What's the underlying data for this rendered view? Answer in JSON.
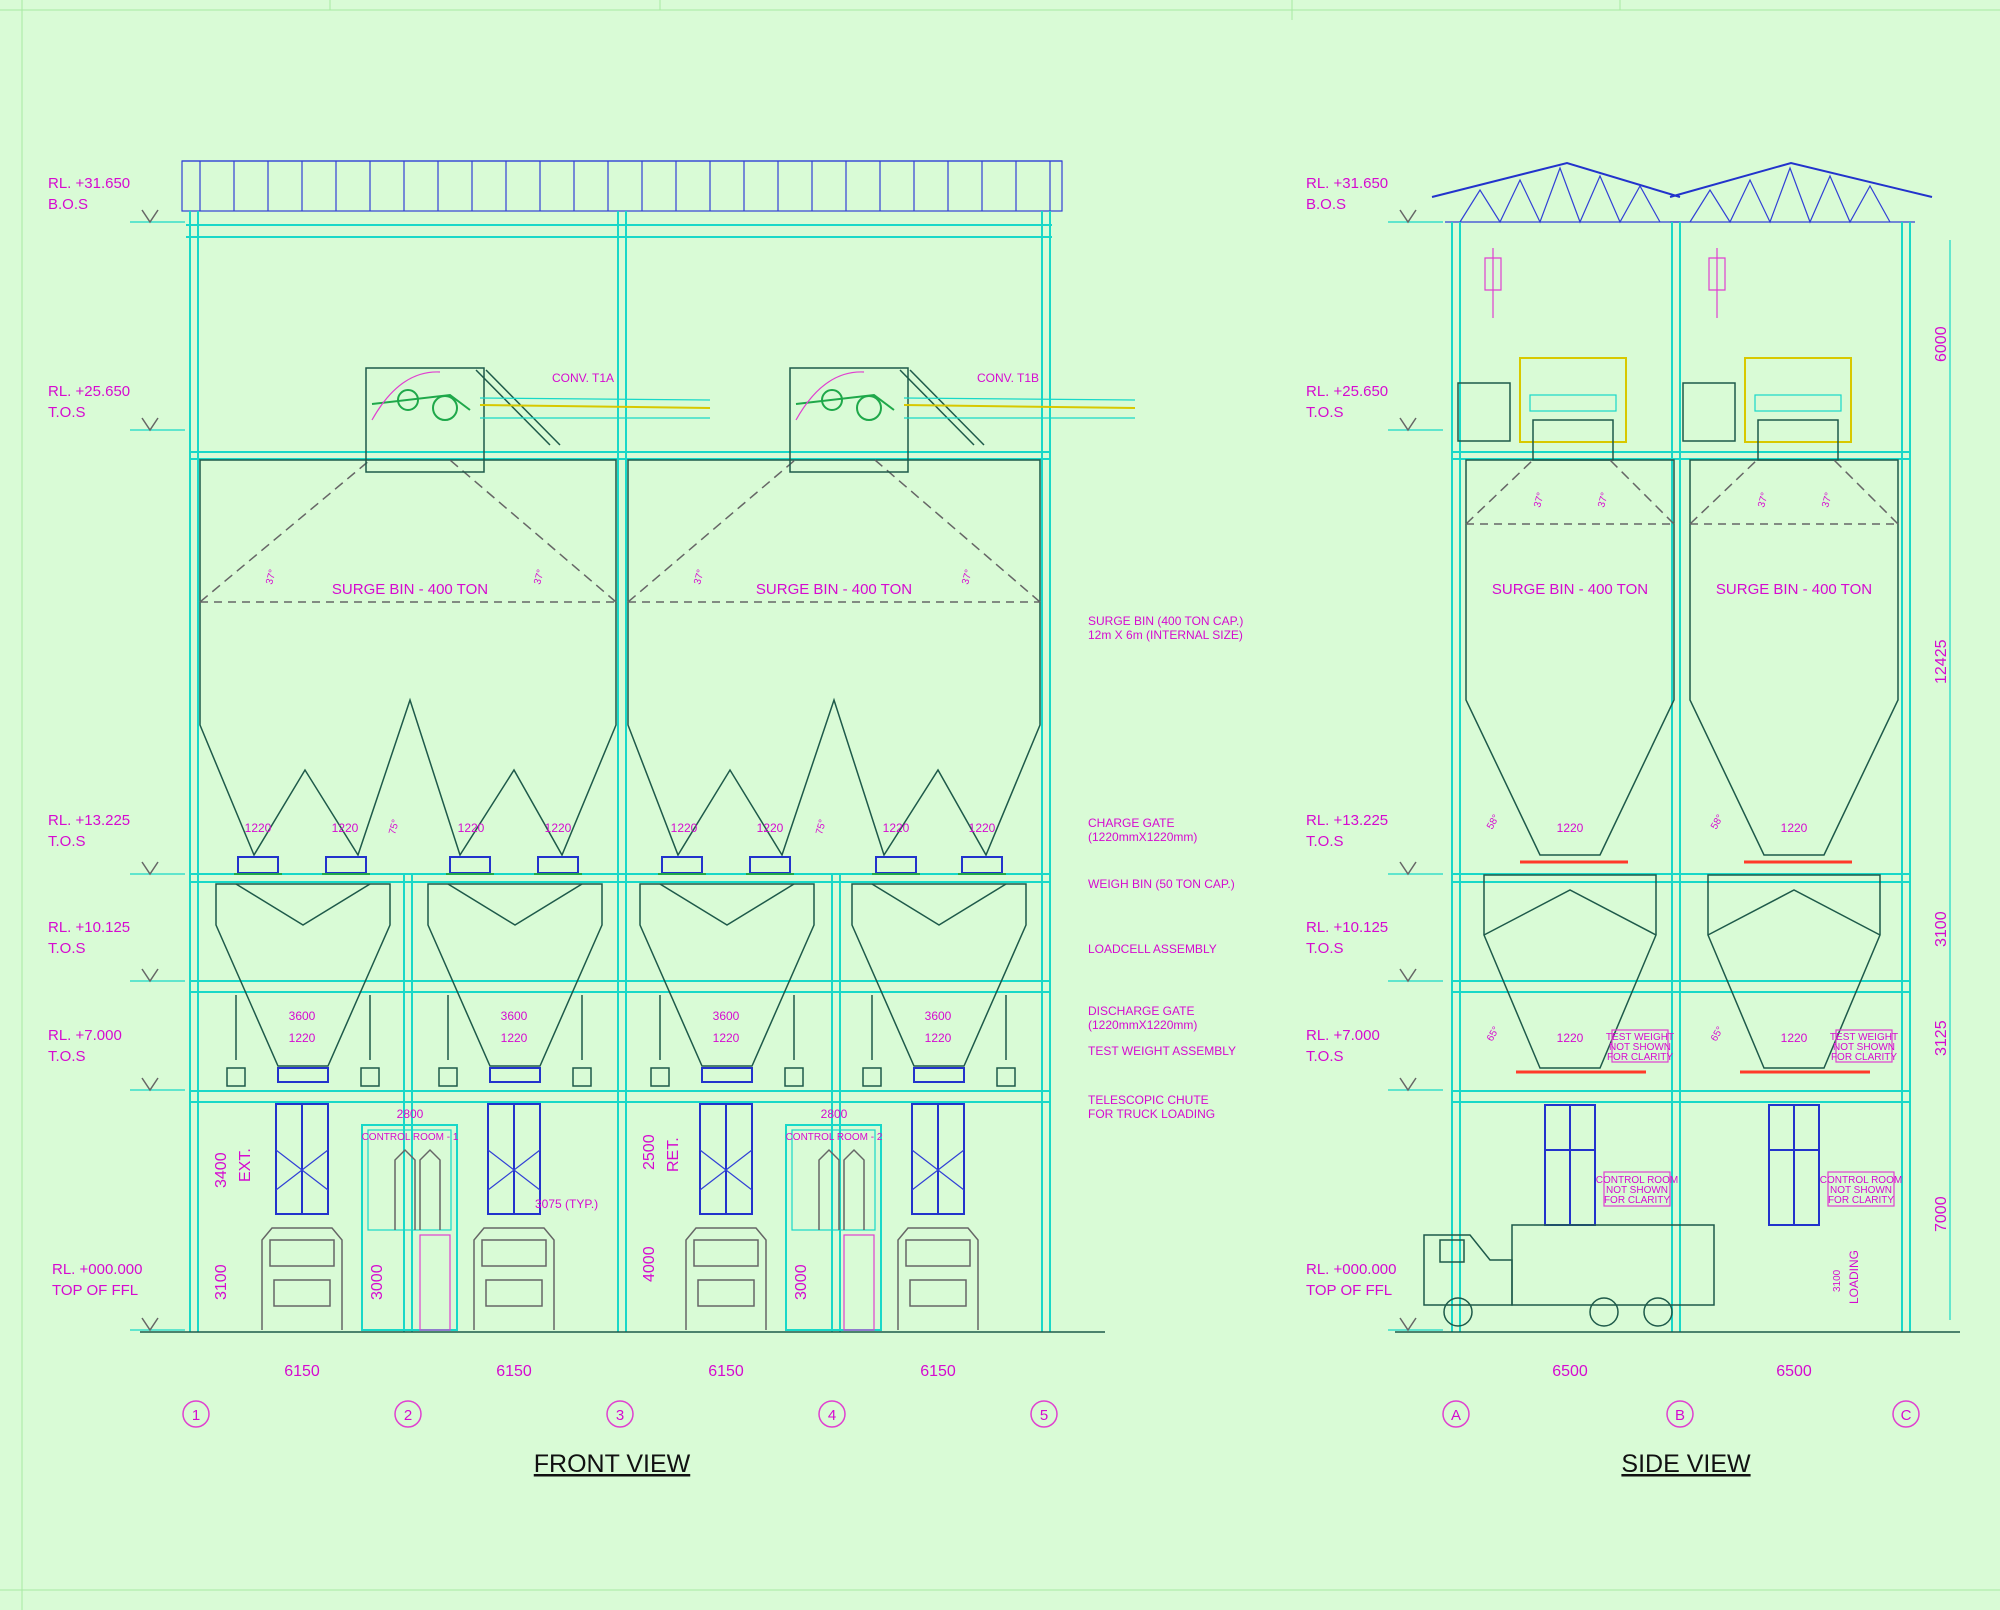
{
  "front_view": {
    "title": "FRONT VIEW",
    "levels": [
      {
        "rl": "RL. +31.650",
        "ref": "B.O.S"
      },
      {
        "rl": "RL. +25.650",
        "ref": "T.O.S"
      },
      {
        "rl": "RL. +13.225",
        "ref": "T.O.S"
      },
      {
        "rl": "RL. +10.125",
        "ref": "T.O.S"
      },
      {
        "rl": "RL. +7.000",
        "ref": "T.O.S"
      },
      {
        "rl": "RL. +000.000",
        "ref": "TOP OF FFL"
      }
    ],
    "conveyors": [
      "CONV. T1A",
      "CONV. T1B"
    ],
    "bin_label": "SURGE BIN - 400 TON",
    "angle_37": "37°",
    "angle_75": "75°",
    "gate_width": "1220",
    "weigh_width": "3600",
    "control_rooms": [
      "CONTROL ROOM - 1",
      "CONTROL ROOM - 2"
    ],
    "dim_2800": "2800",
    "dim_3075": "3075 (TYP.)",
    "ext_label": "EXT.",
    "ret_label": "RET.",
    "dim_3400": "3400",
    "dim_2500": "2500",
    "dim_3100": "3100",
    "dim_3000": "3000",
    "dim_4000": "4000",
    "bays": [
      "6150",
      "6150",
      "6150",
      "6150"
    ],
    "grids": [
      "1",
      "2",
      "3",
      "4",
      "5"
    ]
  },
  "notes": [
    "SURGE BIN (400 TON CAP.)",
    "12m X 6m (INTERNAL SIZE)",
    "CHARGE GATE",
    "(1220mmX1220mm)",
    "WEIGH BIN  (50 TON CAP.)",
    "LOADCELL ASSEMBLY",
    "DISCHARGE GATE",
    "(1220mmX1220mm)",
    "TEST WEIGHT ASSEMBLY",
    "TELESCOPIC CHUTE",
    "FOR TRUCK LOADING"
  ],
  "side_view": {
    "title": "SIDE VIEW",
    "bin_label": "SURGE BIN - 400 TON",
    "angle_37": "37°",
    "angle_58": "58°",
    "angle_65": "65°",
    "gate_width": "1220",
    "test_weight_note": [
      "TEST WEIGHT",
      "NOT SHOWN",
      "FOR CLARITY"
    ],
    "control_room_note": [
      "CONTROL ROOM",
      "NOT SHOWN",
      "FOR CLARITY"
    ],
    "heights": [
      "6000",
      "12425",
      "3100",
      "3125",
      "7000"
    ],
    "loading": [
      "3100",
      "LOADING"
    ],
    "bays": [
      "6500",
      "6500"
    ],
    "grids": [
      "A",
      "B",
      "C"
    ]
  }
}
